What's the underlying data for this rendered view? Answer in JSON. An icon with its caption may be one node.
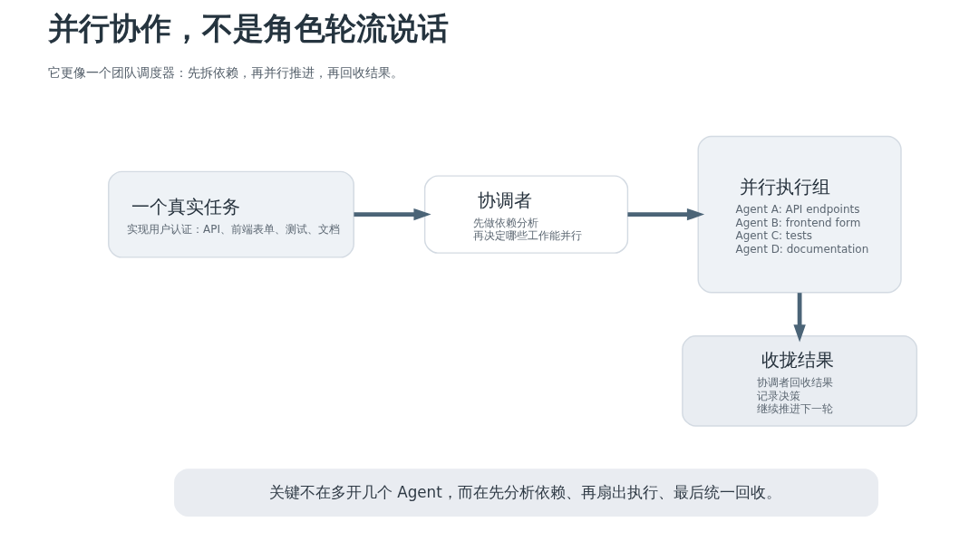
{
  "diagram": {
    "title": "并行协作，不是角色轮流说话",
    "nodes": [
      {
        "text": [
          "一个真实任务",
          "实现用户认证：API、前端表单、测试、文档"
        ]
      },
      {
        "text": [
          "协调者",
          "先做依赖分析",
          "再决定哪些工作能并行"
        ]
      },
      {
        "text": [
          "并行执行组",
          "Agent A: API endpoints",
          "Agent B: frontend form",
          "Agent C: tests",
          "Agent D: documentation"
        ]
      },
      {
        "text": [
          "收拢结果",
          "协调者回收结果",
          "记录决策",
          "继续推进下一轮"
        ]
      },
      {
        "text": [
          "关键不在多开几个 Agent，而在先分析依赖、再扇出执行、最后统一回收。"
        ]
      }
    ],
    "edges": [
      {
        "from": 0,
        "to": 1,
        "arrow": "to"
      },
      {
        "from": 1,
        "to": 2,
        "arrow": "to"
      },
      {
        "from": 2,
        "to": 3,
        "arrow": "to"
      }
    ],
    "labels": [
      "它更像一个团队调度器：先拆依赖，再并行推进，再回收结果。"
    ]
  }
}
